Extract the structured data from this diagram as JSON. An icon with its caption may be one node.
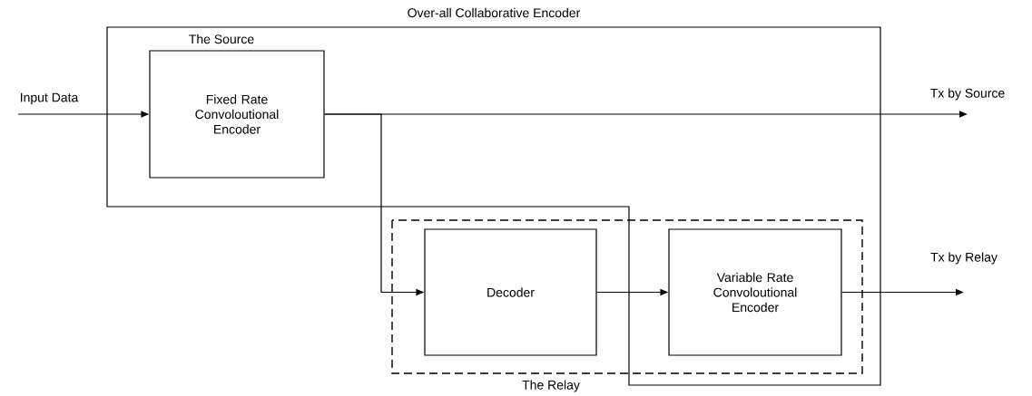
{
  "diagram": {
    "nodes": [
      {
        "text": [
          "Over-all Collaborative Encoder"
        ]
      },
      {
        "text": [
          "Fixed Rate Convoloutional Encoder"
        ],
        "in": 0
      },
      {
        "text": [
          "The Relay"
        ]
      },
      {
        "text": [
          "Decoder"
        ],
        "in": 2
      },
      {
        "text": [
          "Variable Rate Convoloutional Encoder"
        ],
        "in": 2
      },
      {
        "text": [
          "Input Data"
        ]
      },
      {
        "text": [
          "Tx by Source"
        ]
      },
      {
        "text": [
          "Tx by Relay"
        ]
      }
    ],
    "edges": [
      {
        "from": 5,
        "to": 1,
        "arrow": "to"
      },
      {
        "from": 1,
        "to": 6,
        "arrow": "to"
      },
      {
        "from": 1,
        "to": 3,
        "arrow": "to"
      },
      {
        "from": 3,
        "to": 4,
        "arrow": "to"
      },
      {
        "from": 4,
        "to": 7,
        "arrow": "to"
      }
    ],
    "labels": [
      "The Source"
    ]
  }
}
